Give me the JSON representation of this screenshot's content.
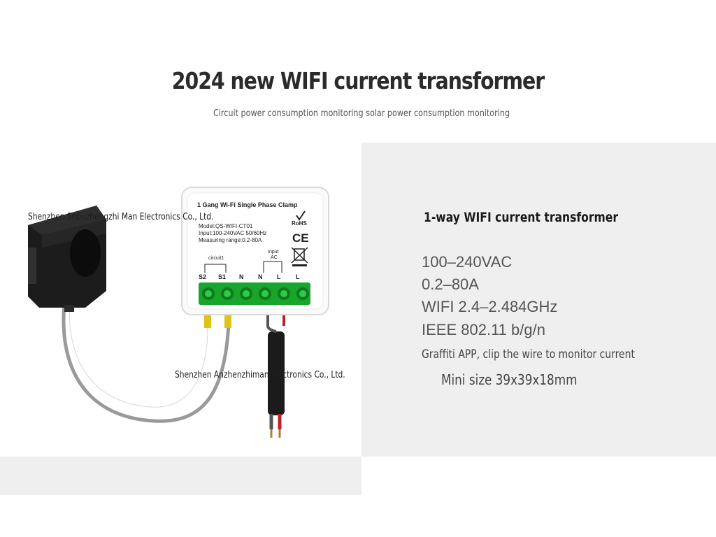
{
  "header": {
    "title": "2024 new WIFI current transformer",
    "subtitle": "Circuit power consumption monitoring solar power consumption monitoring"
  },
  "watermarks": {
    "top": "Shenzhen Shouzhengzhi Man Electronics Co., Ltd.",
    "bottom": "Shenzhen Anzhenzhiman Electronics Co., Ltd."
  },
  "device": {
    "label_title": "1 Gang Wi-Fi Single Phase Clamp",
    "model": "Model:QS-WIFI-CT01",
    "input": "Input:100-240VAC 50/60Hz",
    "range": "Measuring range:0.2-80A",
    "cert_rohs": "RoHS",
    "cert_ce": "CE",
    "circuit_label": "circuit1",
    "input_label": "Input",
    "ac_label": "AC",
    "terminals": [
      "S2",
      "S1",
      "N",
      "N",
      "L",
      "L"
    ]
  },
  "specs": {
    "heading": "1-way WIFI current transformer",
    "voltage": "100–240VAC",
    "current": "0.2–80A",
    "wifi": "WIFI 2.4–2.484GHz",
    "ieee": "IEEE 802.11 b/g/n",
    "app": "Graffiti APP, clip the wire to monitor current",
    "size": "Mini size 39x39x18mm"
  },
  "colors": {
    "terminal_green": "#17a52c",
    "panel_gray": "#efefef",
    "title_text": "#2b2b2b"
  }
}
